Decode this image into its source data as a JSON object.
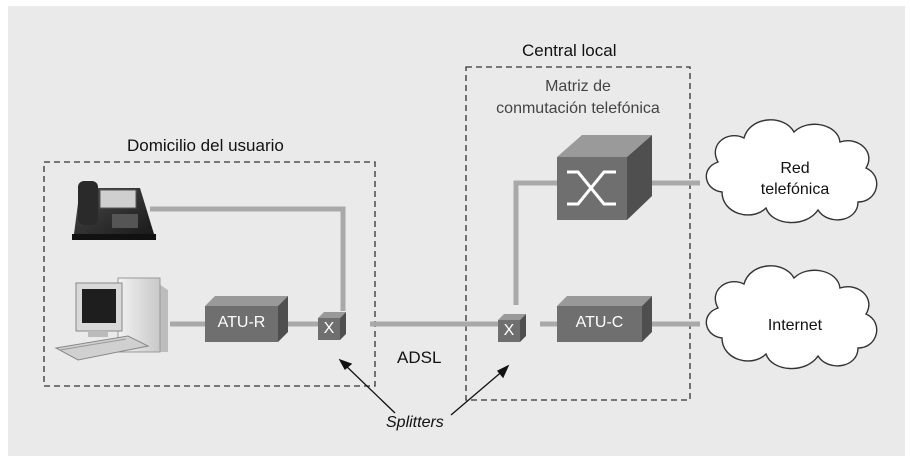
{
  "labels": {
    "domicilio": "Domicilio del usuario",
    "central": "Central local",
    "matriz_line1": "Matriz de",
    "matriz_line2": "conmutación telefónica",
    "atu_r": "ATU-R",
    "atu_c": "ATU-C",
    "splitter_mark": "X",
    "adsl": "ADSL",
    "splitters": "Splitters",
    "red_line1": "Red",
    "red_line2": "telefónica",
    "internet": "Internet"
  },
  "icons": {
    "phone": "telephone-icon",
    "computer": "computer-icon",
    "switch": "switch-matrix-icon",
    "cloud": "cloud-icon"
  },
  "colors": {
    "background": "#eaeaea",
    "line": "#a9a9a9",
    "box_front": "#6f6f6f",
    "box_top": "#999999",
    "box_side": "#4f4f4f",
    "dashed_border": "#333333"
  }
}
